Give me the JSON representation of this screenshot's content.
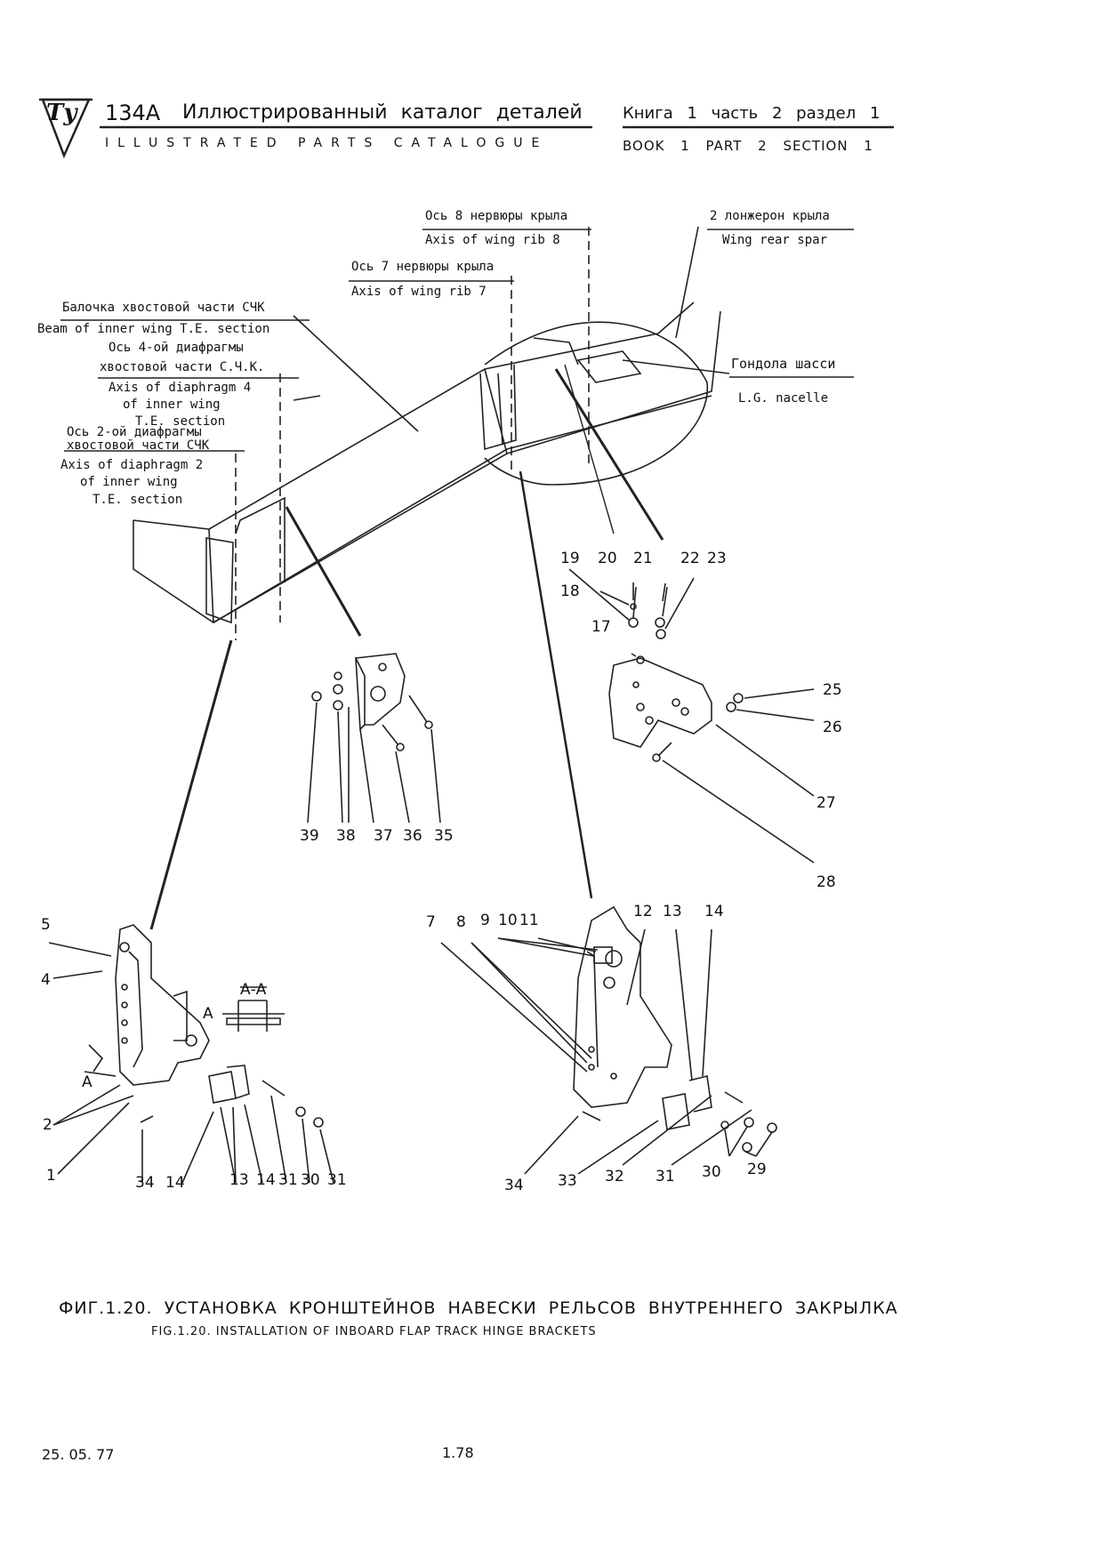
{
  "header": {
    "logo_text": "Ту",
    "model": "134А",
    "title_ru": "Иллюстрированный каталог деталей",
    "title_en": "ILLUSTRATED PARTS CATALOGUE",
    "book_ru": "Книга 1 часть 2 раздел 1",
    "book_en": "BOOK 1 PART 2 SECTION 1"
  },
  "labels": {
    "rib8_ru": "Ось 8 нервюры крыла",
    "rib8_en": "Axis of wing rib 8",
    "spar_ru": "2 лонжерон крыла",
    "spar_en": "Wing rear spar",
    "rib7_ru": "Ось 7 нервюры крыла",
    "rib7_en": "Axis of wing rib 7",
    "beam_ru": "Балочка хвостовой части СЧК",
    "beam_en": "Beam of inner wing T.E. section",
    "diaph4_ru_1": "Ось 4-ой диафрагмы",
    "diaph4_ru_2": "хвостовой части С.Ч.К.",
    "diaph4_en_1": "Axis of diaphragm 4",
    "diaph4_en_2": "of inner wing",
    "diaph4_en_3": "T.E. section",
    "diaph2_ru_1": "Ось 2-ой диафрагмы",
    "diaph2_ru_2": "хвостовой части СЧК",
    "diaph2_en_1": "Axis of diaphragm 2",
    "diaph2_en_2": "of inner wing",
    "diaph2_en_3": "T.E. section",
    "nacelle_ru": "Гондола шасси",
    "nacelle_en": "L.G. nacelle",
    "section": "А-А",
    "a1": "А",
    "a2": "А"
  },
  "callouts": [
    "19",
    "20",
    "21",
    "22",
    "23",
    "18",
    "17",
    "25",
    "26",
    "27",
    "28",
    "39",
    "38",
    "37",
    "36",
    "35",
    "5",
    "4",
    "2",
    "1",
    "34",
    "14",
    "13",
    "14",
    "31",
    "30",
    "31",
    "7",
    "8",
    "9",
    "10",
    "11",
    "12",
    "13",
    "14",
    "34",
    "33",
    "32",
    "31",
    "30",
    "29"
  ],
  "caption": {
    "ru": "ФИГ.1.20. УСТАНОВКА КРОНШТЕЙНОВ НАВЕСКИ РЕЛЬСОВ ВНУТРЕННЕГО ЗАКРЫЛКА",
    "en": "FIG.1.20. INSTALLATION OF INBOARD FLAP TRACK HINGE BRACKETS"
  },
  "footer": {
    "date": "25. 05. 77",
    "page": "1.78"
  }
}
